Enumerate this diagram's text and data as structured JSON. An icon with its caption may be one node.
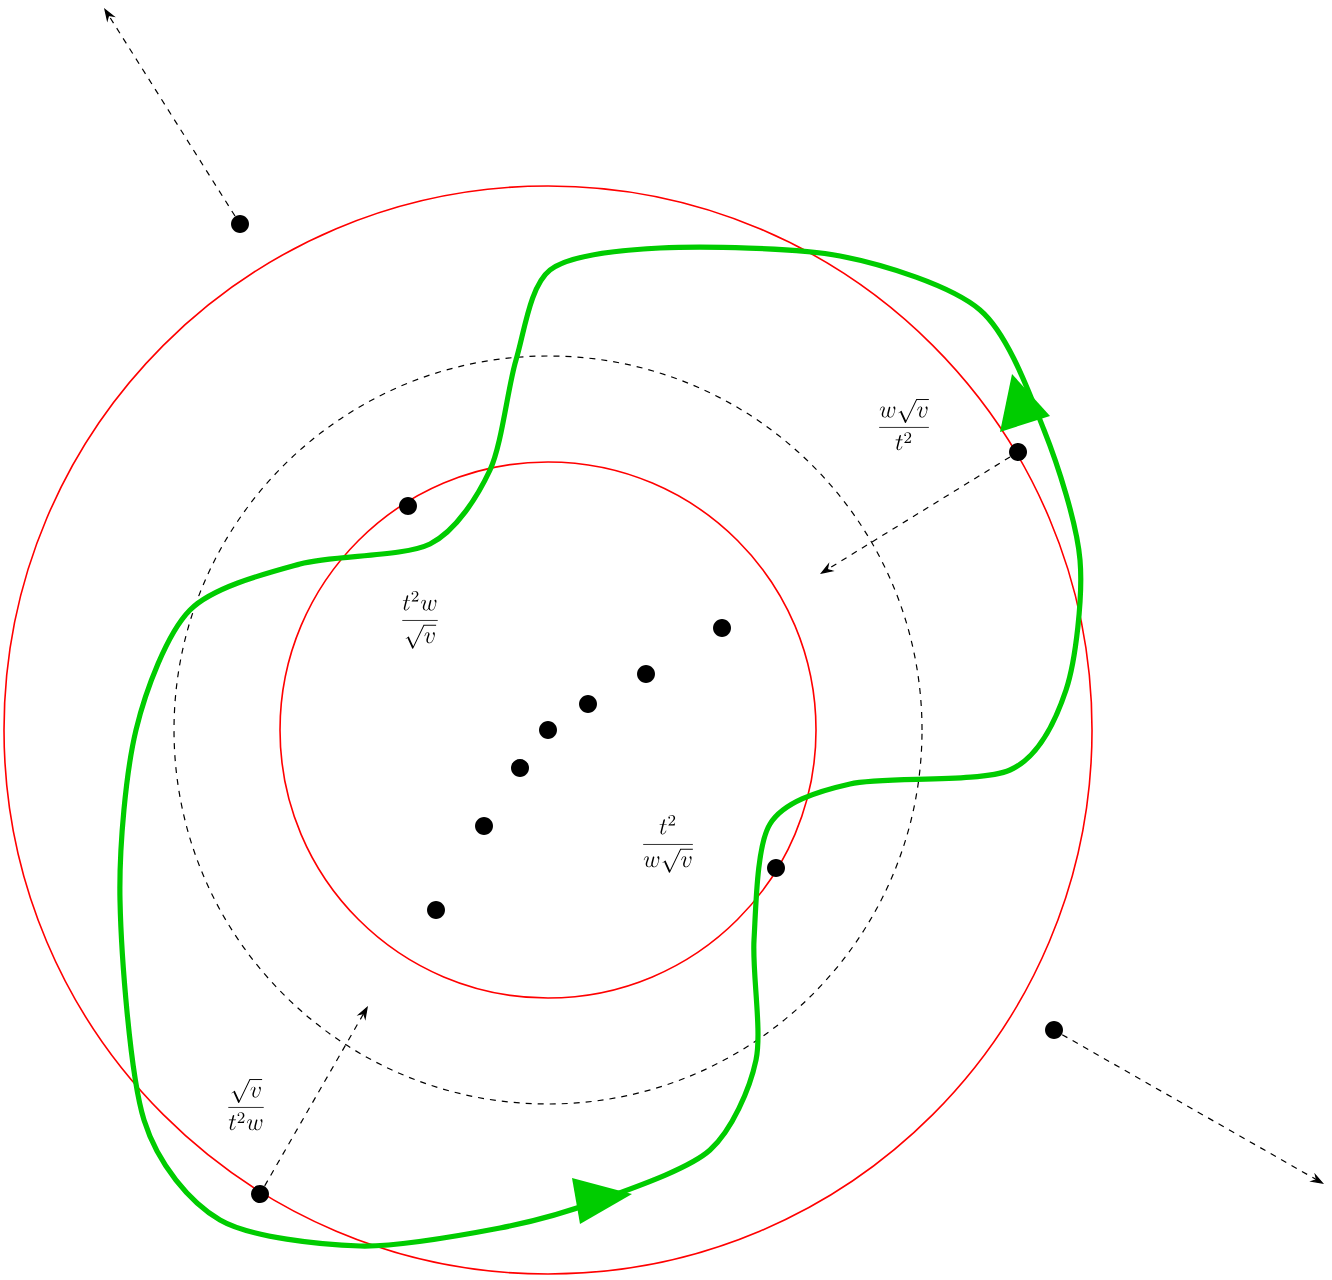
{
  "diagram": {
    "nodes": [
      {
        "text": [],
        "shape": "circle"
      },
      {
        "text": [],
        "shape": "circle"
      },
      {
        "text": [],
        "shape": "circle"
      },
      {
        "text": [],
        "shape": "circle"
      }
    ],
    "edges": [
      {
        "from": 0,
        "to": null,
        "arrow": "to",
        "style": "dashed"
      },
      {
        "from": 1,
        "to": null,
        "arrow": "to",
        "style": "dashed"
      },
      {
        "from": 2,
        "to": null,
        "arrow": "to",
        "style": "dashed"
      },
      {
        "from": 3,
        "to": null,
        "arrow": "to",
        "style": "dashed"
      }
    ],
    "labels": [
      "\\frac{w\\sqrt{v}}{t^2}",
      "\\frac{t^2w}{\\sqrt{v}}",
      "\\frac{t^2}{w\\sqrt{v}}",
      "\\frac{\\sqrt{v}}{t^2w}"
    ]
  }
}
